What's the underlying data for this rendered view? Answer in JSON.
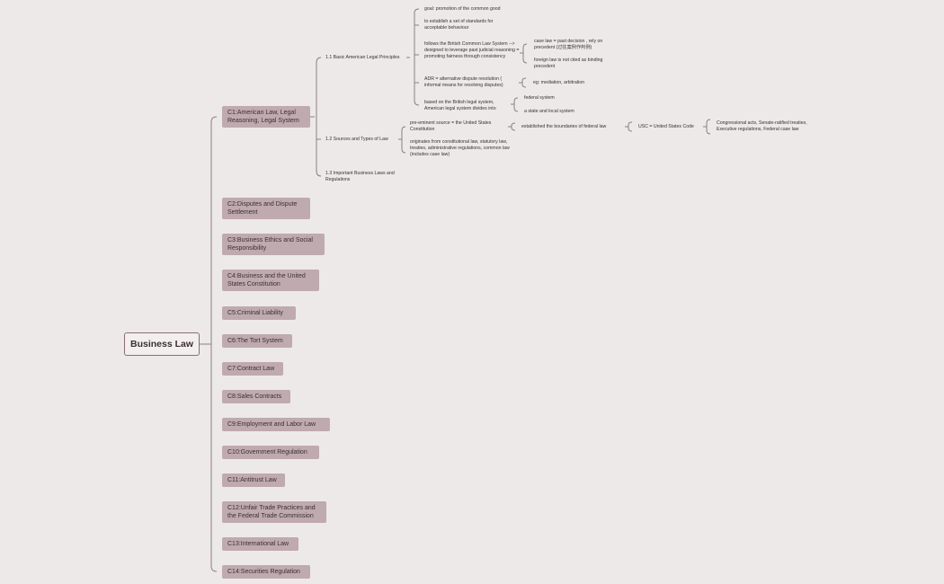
{
  "root": {
    "label": "Business Law"
  },
  "chapters": [
    {
      "label": "C1:American Law, Legal Reasoning, Legal System"
    },
    {
      "label": "C2:Disputes and Dispute Settlement"
    },
    {
      "label": "C3:Business Ethics and Social Responsibility"
    },
    {
      "label": "C4:Business and the United States Constitution"
    },
    {
      "label": "C5:Criminal Liability"
    },
    {
      "label": "C6:The Tort System"
    },
    {
      "label": "C7:Contract Law"
    },
    {
      "label": "C8:Sales Contracts"
    },
    {
      "label": "C9:Employment and Labor Law"
    },
    {
      "label": "C10:Government Regulation"
    },
    {
      "label": "C11:Antitrust Law"
    },
    {
      "label": "C12:Unfair Trade Practices and the Federal Trade Commission"
    },
    {
      "label": "C13:International Law"
    },
    {
      "label": "C14:Securities Regulation"
    }
  ],
  "c1": {
    "s1": {
      "label": "1.1 Basic American Legal Principles",
      "goal": "goal: promotion of the common good",
      "standards": "to establish a set of standards for acceptable behaviour",
      "common_law": "follows the British Common Law System --> designed to leverage past judicial reasoning = promoting fairness through consistency",
      "case_law": "case law = past decision , rely on precedent (过往案例作判例)",
      "foreign_law": "foreign law is not cited as binding precedent",
      "adr": "ADR = alternative dispute resolution ( informal means for resolving disputes)",
      "adr_eg": "eg: mediation, arbitration",
      "divides": "based on the British legal system, American legal system divides into",
      "federal": "federal system",
      "state": "a state and local system"
    },
    "s2": {
      "label": "1.2 Sources and Types of Law",
      "preeminent": "pre-eminent source = the United States Constitution",
      "established": "established the boundaries of federal law",
      "usc": "USC = United States Code",
      "usc_items": "Congressional acts, Senate-ratified treaties, Executive regulations, Federal case law",
      "originates": "originates from constitutional law, statutory law, treaties, administrative regulations, common law (includes case law)"
    },
    "s3": {
      "label": "1.3 Important Business Laws and Regulations"
    }
  }
}
